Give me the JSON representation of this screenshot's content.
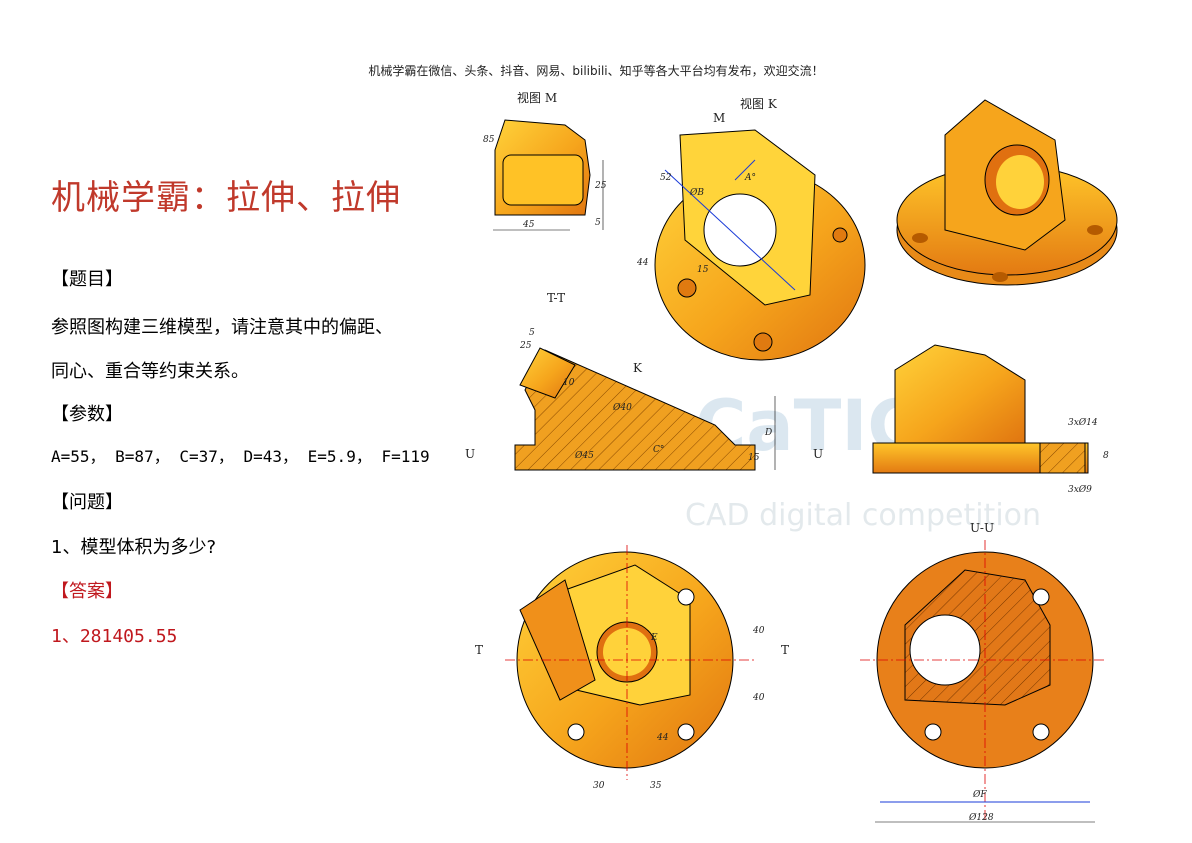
{
  "header": "机械学霸在微信、头条、抖音、网易、bilibili、知乎等各大平台均有发布，欢迎交流！",
  "title": "机械学霸：拉伸、拉伸",
  "question_heading": "【题目】",
  "question_line1": "参照图构建三维模型，请注意其中的偏距、",
  "question_line2": "同心、重合等约束关系。",
  "params_heading": "【参数】",
  "params": "A=55， B=87， C=37， D=43， E=5.9， F=119",
  "problem_heading": "【问题】",
  "problem_1": "1、模型体积为多少?",
  "answer_heading": "【答案】",
  "answer_1": "1、281405.55",
  "drawing": {
    "view_m": "视图 M",
    "view_k": "视图 K",
    "section_tt": "T-T",
    "section_uu": "U-U",
    "label_m": "M",
    "label_k": "K",
    "label_t_left": "T",
    "label_t_right": "T",
    "label_u_left": "U",
    "label_u_right": "U",
    "dim_85": "85",
    "dim_25a": "25",
    "dim_5a": "5",
    "dim_45": "45",
    "dim_52": "52",
    "dim_44a": "44",
    "dim_phiB": "ØB",
    "dim_A": "A°",
    "dim_15": "15",
    "dim_25b": "25",
    "dim_5b": "5",
    "dim_10": "10",
    "dim_phi40": "Ø40",
    "dim_phi45": "Ø45",
    "dim_C": "C°",
    "dim_D": "D",
    "dim_15b": "15",
    "dim_3x14": "3xØ14",
    "dim_3x9": "3xØ9",
    "dim_8": "8",
    "dim_40a": "40",
    "dim_40b": "40",
    "dim_E": "E",
    "dim_44b": "44",
    "dim_30": "30",
    "dim_35": "35",
    "dim_phiF": "ØF",
    "dim_phi128": "Ø128",
    "watermark": "CAD digital competition"
  },
  "colors": {
    "title": "#c0392b",
    "answer": "#c0181e",
    "part_light": "#ffc21a",
    "part_mid": "#f5a018",
    "part_dark": "#e07a10",
    "section": "#e8801a",
    "hole": "#ffffff"
  }
}
